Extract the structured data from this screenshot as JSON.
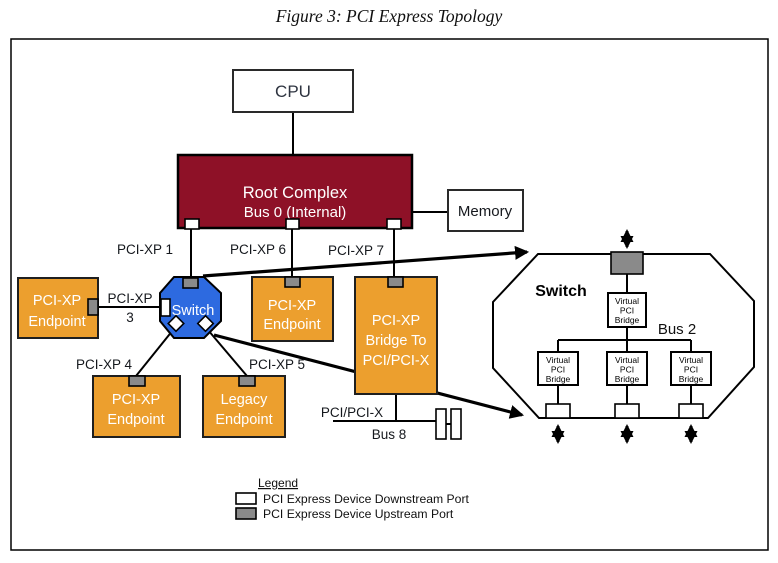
{
  "title": "Figure 3: PCI Express Topology",
  "colors": {
    "root_complex": "#8E1127",
    "endpoint_orange": "#EC9F2E",
    "switch_blue": "#2D6AE0",
    "port_gray": "#8A8A8A"
  },
  "nodes": {
    "cpu": "CPU",
    "root_complex_line1": "Root Complex",
    "root_complex_line2": "Bus 0 (Internal)",
    "memory": "Memory",
    "switch": "Switch",
    "endpoint_left_line1": "PCI-XP",
    "endpoint_left_line2": "Endpoint",
    "endpoint_mid_line1": "PCI-XP",
    "endpoint_mid_line2": "Endpoint",
    "endpoint_bottom_line1": "PCI-XP",
    "endpoint_bottom_line2": "Endpoint",
    "legacy_line1": "Legacy",
    "legacy_line2": "Endpoint",
    "bridge_line1": "PCI-XP",
    "bridge_line2": "Bridge To",
    "bridge_line3": "PCI/PCI-X"
  },
  "links": {
    "pcixp1": "PCI-XP 1",
    "pcixp6": "PCI-XP 6",
    "pcixp7": "PCI-XP 7",
    "pcixp3_line1": "PCI-XP",
    "pcixp3_line2": "3",
    "pcixp4": "PCI-XP 4",
    "pcixp5": "PCI-XP 5",
    "pci_pcix": "PCI/PCI-X",
    "bus8": "Bus 8"
  },
  "detail": {
    "switch_label": "Switch",
    "bus2": "Bus 2",
    "vpb_line1": "Virtual",
    "vpb_line2": "PCI",
    "vpb_line3": "Bridge"
  },
  "legend": {
    "title": "Legend",
    "downstream": "PCI Express Device Downstream Port",
    "upstream": "PCI Express Device Upstream Port"
  }
}
